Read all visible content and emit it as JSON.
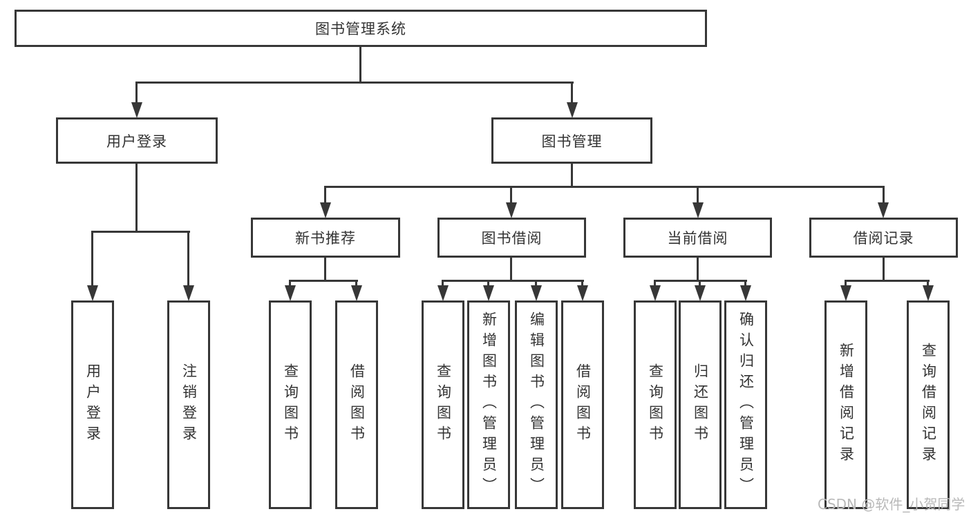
{
  "diagram": {
    "root": {
      "label": "图书管理系统"
    },
    "level2": [
      {
        "label": "用户登录"
      },
      {
        "label": "图书管理"
      }
    ],
    "level3": [
      {
        "label": "新书推荐"
      },
      {
        "label": "图书借阅"
      },
      {
        "label": "当前借阅"
      },
      {
        "label": "借阅记录"
      }
    ],
    "leaves": [
      {
        "label": "用户登录"
      },
      {
        "label": "注销登录"
      },
      {
        "label": "查询图书"
      },
      {
        "label": "借阅图书"
      },
      {
        "label": "查询图书"
      },
      {
        "label": "新增图书（管理员）"
      },
      {
        "label": "编辑图书（管理员）"
      },
      {
        "label": "借阅图书"
      },
      {
        "label": "查询图书"
      },
      {
        "label": "归还图书"
      },
      {
        "label": "确认归还（管理员）"
      },
      {
        "label": "新增借阅记录"
      },
      {
        "label": "查询借阅记录"
      }
    ],
    "watermark": {
      "text": "CSDN @软件_小贺同学"
    },
    "colors": {
      "line": "#373737",
      "text": "#333333",
      "background": "#ffffff",
      "watermark_text": "#b9b9b9"
    }
  }
}
